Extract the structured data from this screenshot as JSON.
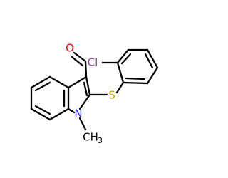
{
  "molecule": {
    "atoms": {
      "oxygen": {
        "text": "O",
        "color": "#e8000b"
      },
      "chlorine": {
        "text": "Cl",
        "color": "#8f3f9a"
      },
      "sulfur": {
        "text": "S",
        "color": "#b8a400"
      },
      "nitrogen": {
        "text": "N",
        "color": "#2a2ad6"
      },
      "methyl": {
        "text": "CH",
        "subscript": "3",
        "color": "#000000"
      }
    }
  }
}
